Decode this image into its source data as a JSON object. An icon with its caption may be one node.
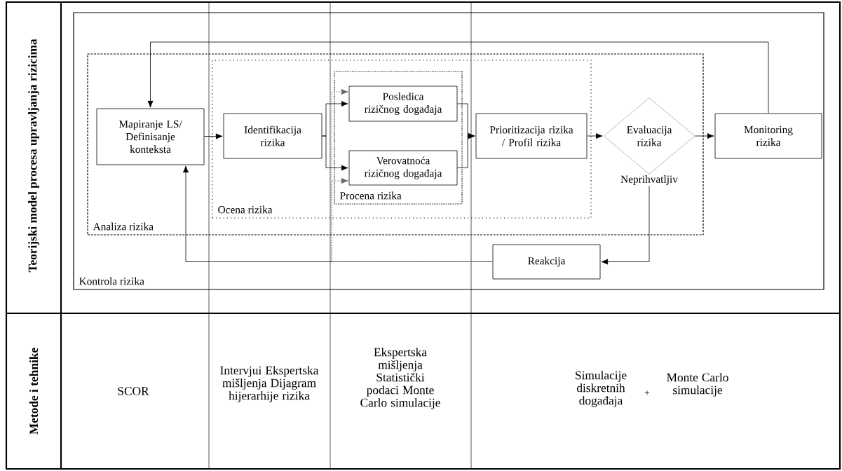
{
  "diagram": {
    "nodes": [
      {
        "text": [
          "Kontrola rizika"
        ]
      },
      {
        "text": [
          "Analiza rizika"
        ],
        "in": 0
      },
      {
        "text": [
          "Mapiranje LS/ Definisanje konteksta"
        ],
        "in": 1
      },
      {
        "text": [
          "Ocena rizika"
        ],
        "in": 1
      },
      {
        "text": [
          "Identifikacija rizika"
        ],
        "in": 3
      },
      {
        "text": [
          "Procena rizika"
        ],
        "in": 3
      },
      {
        "text": [
          "Posledica rizičnog događaja"
        ],
        "in": 5
      },
      {
        "text": [
          "Verovatnoća rizičnog događaja"
        ],
        "in": 5
      },
      {
        "text": [
          "Prioritizacija rizika / Profil rizika"
        ],
        "in": 3
      },
      {
        "text": [
          "Evaluacija rizika"
        ],
        "in": 1
      },
      {
        "text": [
          "Monitoring rizika"
        ],
        "in": 0
      },
      {
        "text": [
          "Reakcija"
        ],
        "in": 0
      }
    ],
    "edges": [
      {
        "from": 2,
        "to": 4,
        "arrow": "to"
      },
      {
        "from": 4,
        "to": 6,
        "arrow": "to"
      },
      {
        "from": 4,
        "to": 7,
        "arrow": "to"
      },
      {
        "from": 6,
        "to": 8,
        "arrow": "to"
      },
      {
        "from": 7,
        "to": 8,
        "arrow": "to"
      },
      {
        "from": 8,
        "to": 9,
        "arrow": "to"
      },
      {
        "from": 9,
        "to": 10,
        "arrow": "to"
      },
      {
        "from": 10,
        "to": 2,
        "arrow": "to"
      },
      {
        "from": 9,
        "to": 11,
        "arrow": "to",
        "label": "Neprihvatljiv"
      },
      {
        "from": 11,
        "to": 2,
        "arrow": "to"
      },
      {
        "from": 11,
        "to": 6,
        "arrow": "to",
        "style": "dashed",
        "color": "#666666"
      },
      {
        "from": 11,
        "to": 7,
        "arrow": "to",
        "style": "dashed",
        "color": "#666666"
      }
    ],
    "labels": [
      "Teorijski model procesa upravljanja rizicima",
      "Metode i tehnike",
      "SCOR",
      "Intervjui Ekspertska mišljenja Dijagram hijerarhije rizika",
      "Ekspertska mišljenja Statistički podaci Monte Carlo simulacije",
      "Simulacije diskretnih događaja",
      "+",
      "Monte Carlo simulacije"
    ]
  }
}
